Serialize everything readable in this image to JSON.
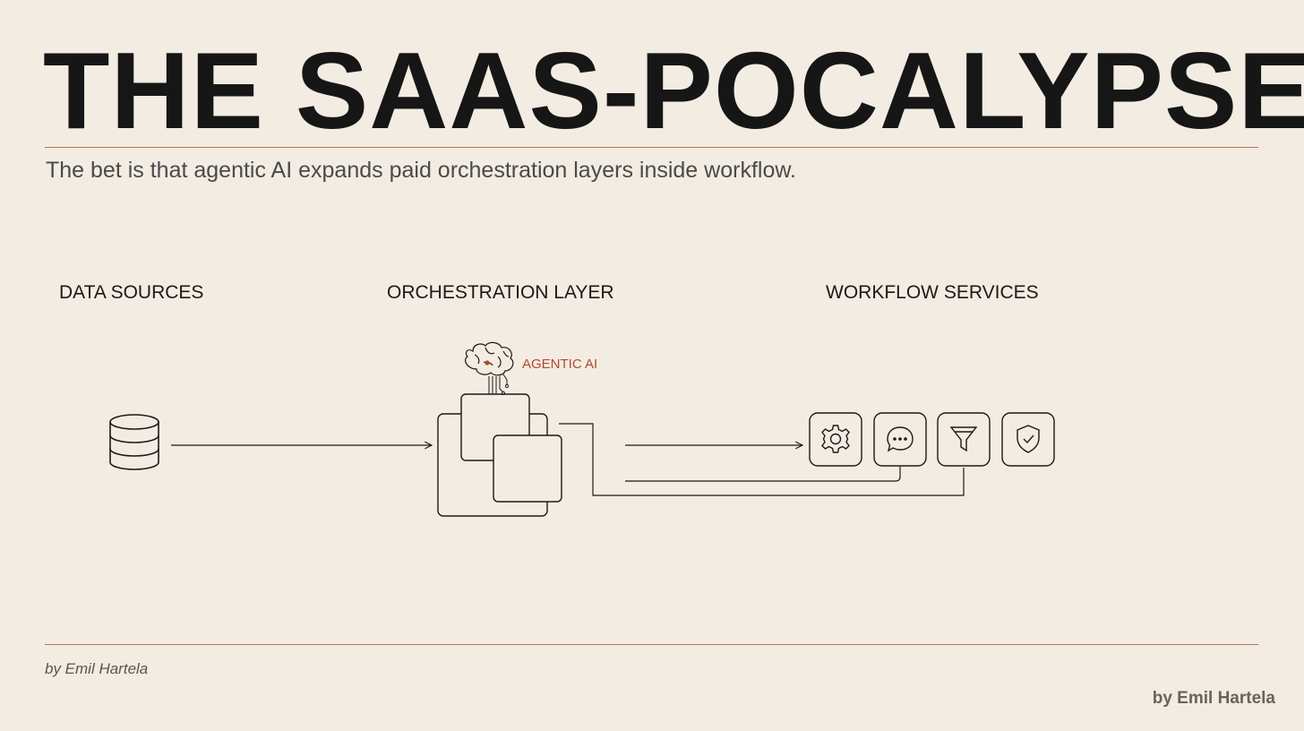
{
  "title": "THE SAAS-POCALYPSE",
  "subtitle": "The bet is that agentic AI expands paid orchestration layers inside workflow.",
  "sections": {
    "data_sources": "DATA SOURCES",
    "orchestration_layer": "ORCHESTRATION LAYER",
    "workflow_services": "WORKFLOW SERVICES"
  },
  "agentic_ai_label": "AGENTIC AI",
  "icons": {
    "data": "database-icon",
    "ai": "brain-icon",
    "services": [
      "gear-icon",
      "chat-bubble-icon",
      "funnel-icon",
      "shield-check-icon"
    ]
  },
  "colors": {
    "background": "#f3ece2",
    "rule": "#b87458",
    "accent": "#b04a2c",
    "ink": "#1a1a1a"
  },
  "byline": "by Emil Hartela",
  "watermark": "by Emil Hartela"
}
